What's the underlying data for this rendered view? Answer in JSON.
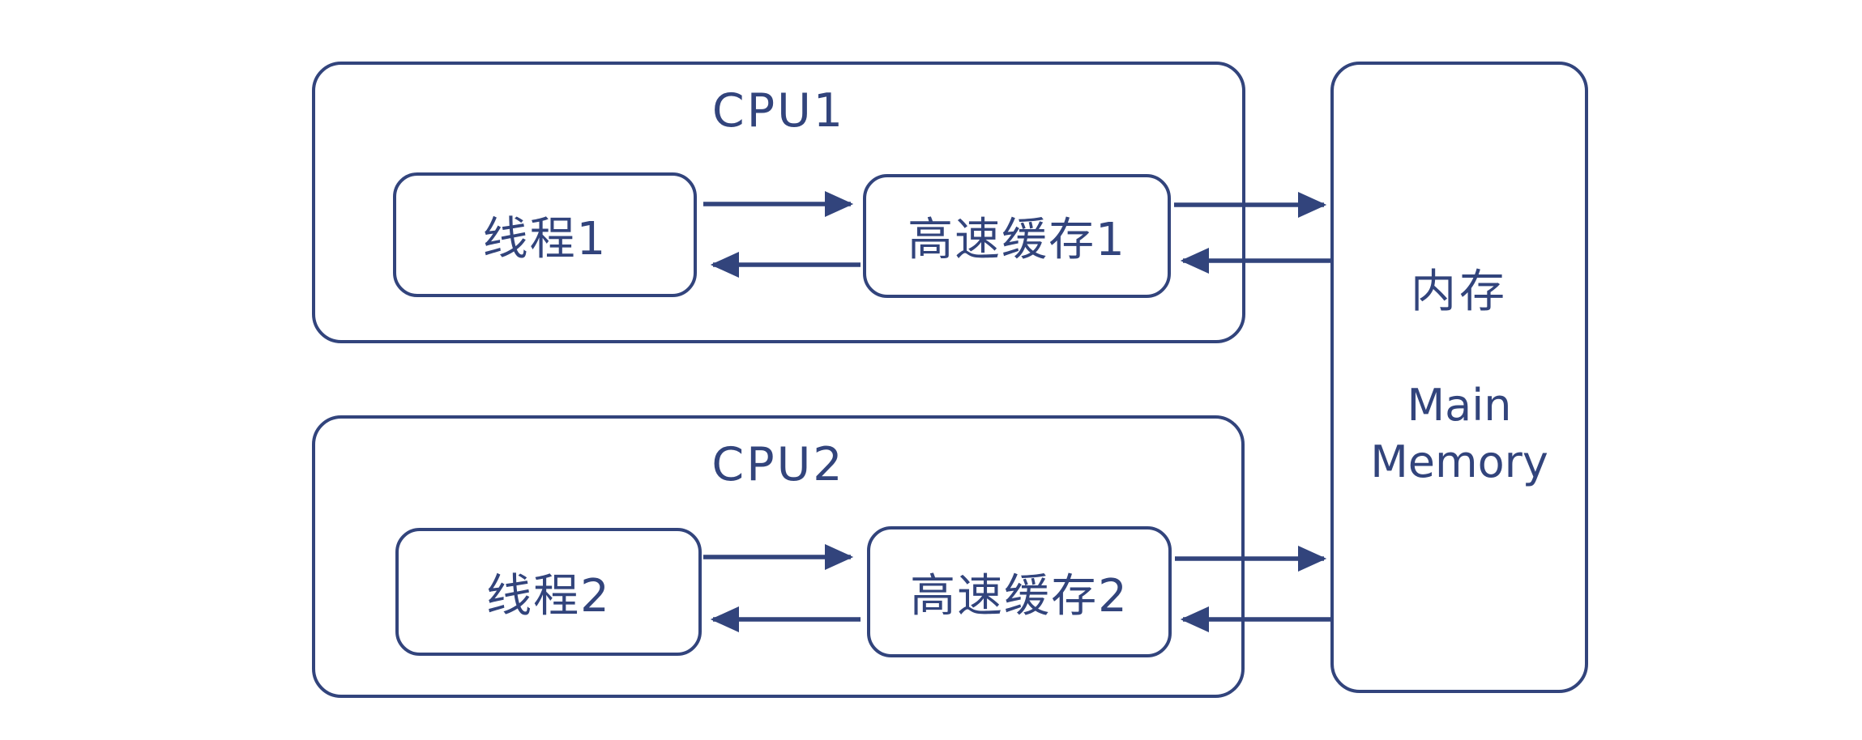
{
  "colors": {
    "ink": "#32447C",
    "background": "#FFFFFF"
  },
  "nodes": {
    "cpu1": {
      "label": "CPU1"
    },
    "thread1": {
      "label": "线程1"
    },
    "cache1": {
      "label": "高速缓存1"
    },
    "cpu2": {
      "label": "CPU2"
    },
    "thread2": {
      "label": "线程2"
    },
    "cache2": {
      "label": "高速缓存2"
    },
    "memory": {
      "label_cn": "内存",
      "label_en_line1": "Main",
      "label_en_line2": "Memory"
    }
  },
  "edges": [
    {
      "from": "thread1",
      "to": "cache1"
    },
    {
      "from": "cache1",
      "to": "thread1"
    },
    {
      "from": "cache1",
      "to": "memory"
    },
    {
      "from": "memory",
      "to": "cache1"
    },
    {
      "from": "thread2",
      "to": "cache2"
    },
    {
      "from": "cache2",
      "to": "thread2"
    },
    {
      "from": "cache2",
      "to": "memory"
    },
    {
      "from": "memory",
      "to": "cache2"
    }
  ]
}
